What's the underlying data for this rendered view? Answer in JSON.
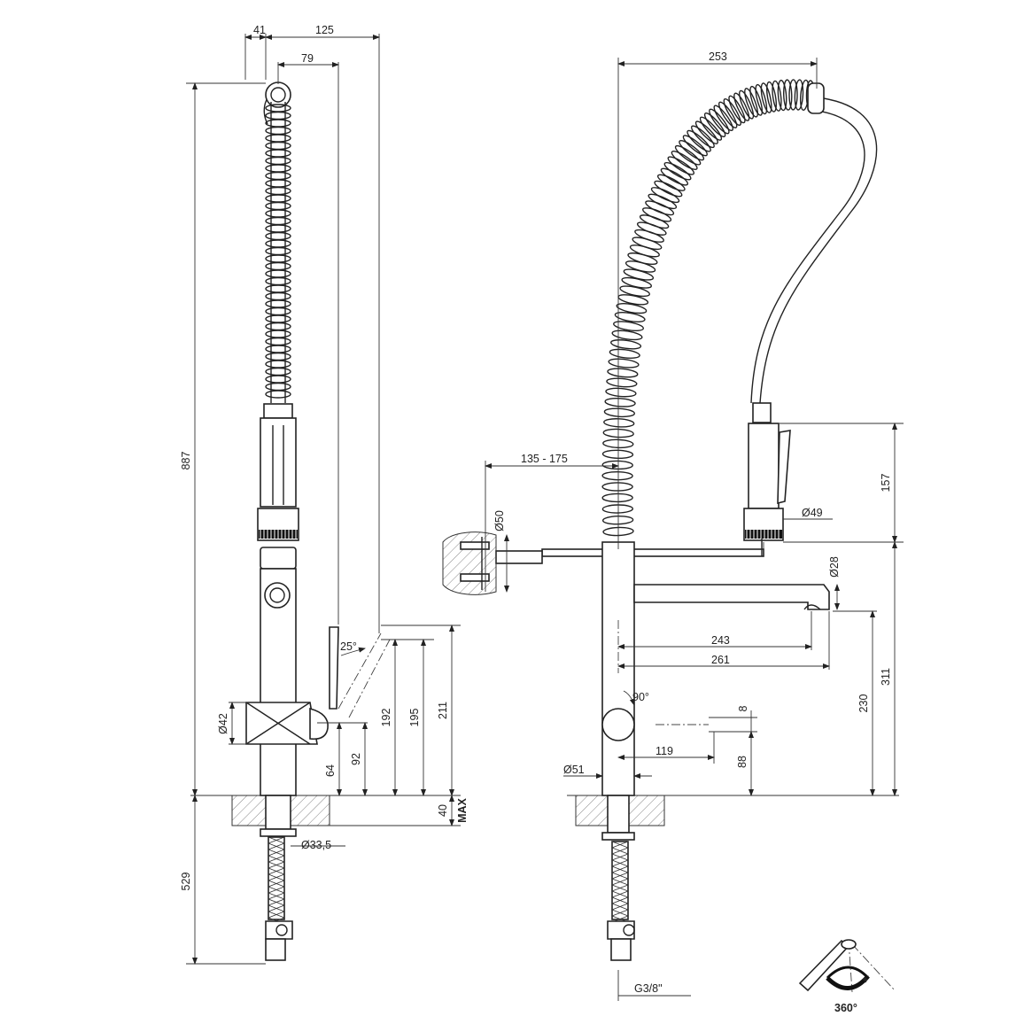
{
  "side_view": {
    "dims": {
      "d41": "41",
      "d125": "125",
      "d79": "79",
      "d887": "887",
      "angle25": "25°",
      "dia42": "Ø42",
      "d64": "64",
      "d92": "92",
      "d192": "192",
      "d195": "195",
      "d211": "211",
      "d40": "40",
      "max": "MAX",
      "dia335": "Ø33,5",
      "d529": "529"
    }
  },
  "front_view": {
    "dims": {
      "d253": "253",
      "d135_175": "135  -  175",
      "dia50": "Ø50",
      "d157": "157",
      "dia49": "Ø49",
      "dia28": "Ø28",
      "d243": "243",
      "d261": "261",
      "d311": "311",
      "angle90": "90°",
      "d8": "8",
      "d230": "230",
      "d119": "119",
      "d88": "88",
      "dia51": "Ø51",
      "g38": "G3/8\""
    }
  },
  "rotation": {
    "label": "360°"
  }
}
